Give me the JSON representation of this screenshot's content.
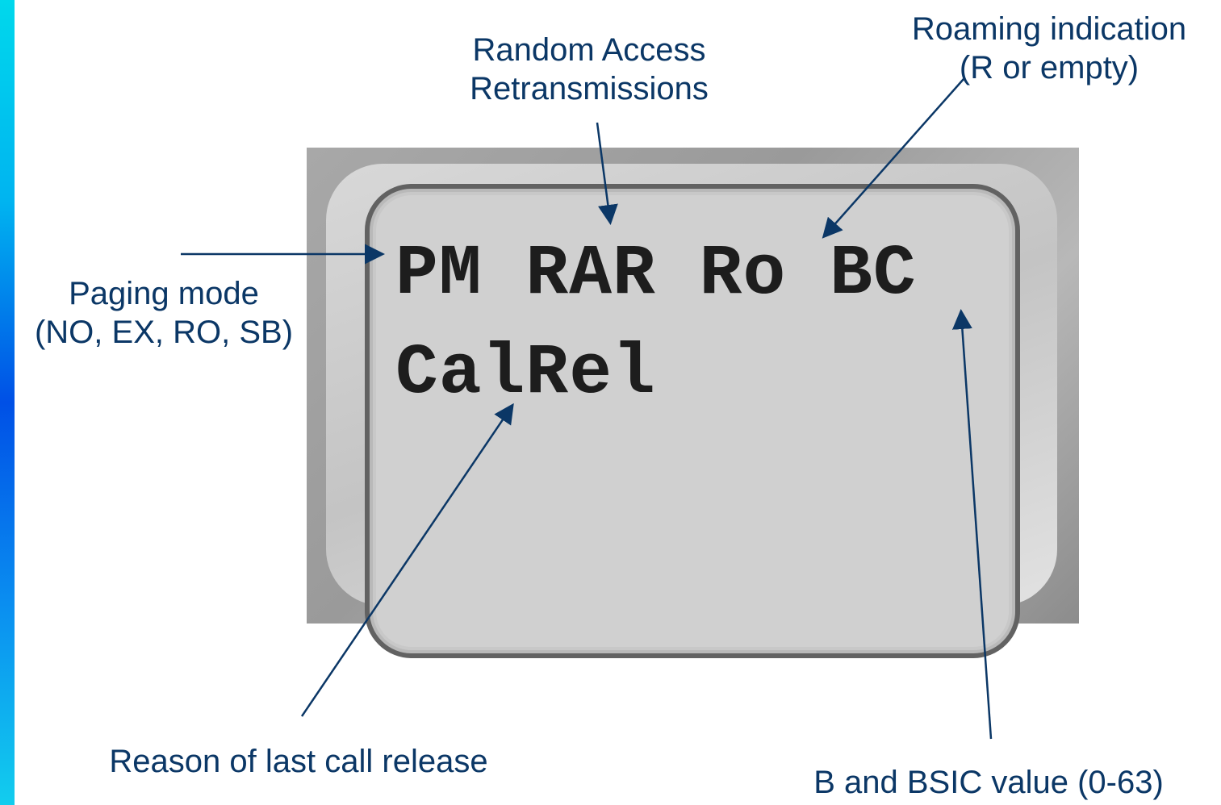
{
  "colors": {
    "label_text": "#0b3766",
    "arrow": "#0b3766",
    "lcd_background": "#d0d0d0",
    "lcd_text": "#1d1d1d",
    "accent_bar_top": "#00d8ec",
    "accent_bar_middle": "#0050e6"
  },
  "display": {
    "line1": "PM RAR Ro BC",
    "line2": "CalRel"
  },
  "labels": {
    "random_access": [
      "Random Access",
      "Retransmissions"
    ],
    "roaming": [
      "Roaming indication",
      "(R or empty)"
    ],
    "paging_mode": [
      "Paging mode",
      "(NO, EX, RO, SB)"
    ],
    "call_release": "Reason of last call release",
    "bsic": "B and BSIC value (0-63)"
  }
}
